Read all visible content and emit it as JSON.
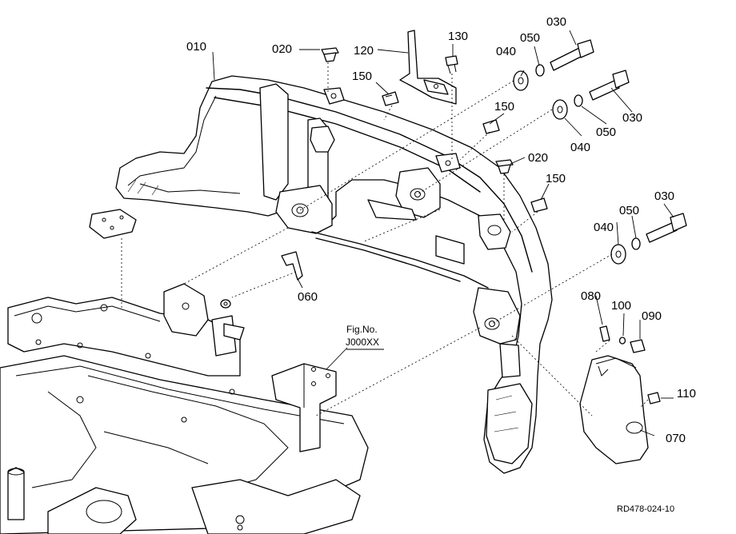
{
  "labels": {
    "p010": "010",
    "p020a": "020",
    "p020b": "020",
    "p030a": "030",
    "p030b": "030",
    "p030c": "030",
    "p040a": "040",
    "p040b": "040",
    "p040c": "040",
    "p050a": "050",
    "p050b": "050",
    "p050c": "050",
    "p060": "060",
    "p070": "070",
    "p080": "080",
    "p090": "090",
    "p100": "100",
    "p110": "110",
    "p120": "120",
    "p130": "130",
    "p150a": "150",
    "p150b": "150",
    "p150c": "150",
    "fig_no": "Fig.No.",
    "fig_ref": "J000XX",
    "drawing_ref": "RD478-024-10"
  }
}
